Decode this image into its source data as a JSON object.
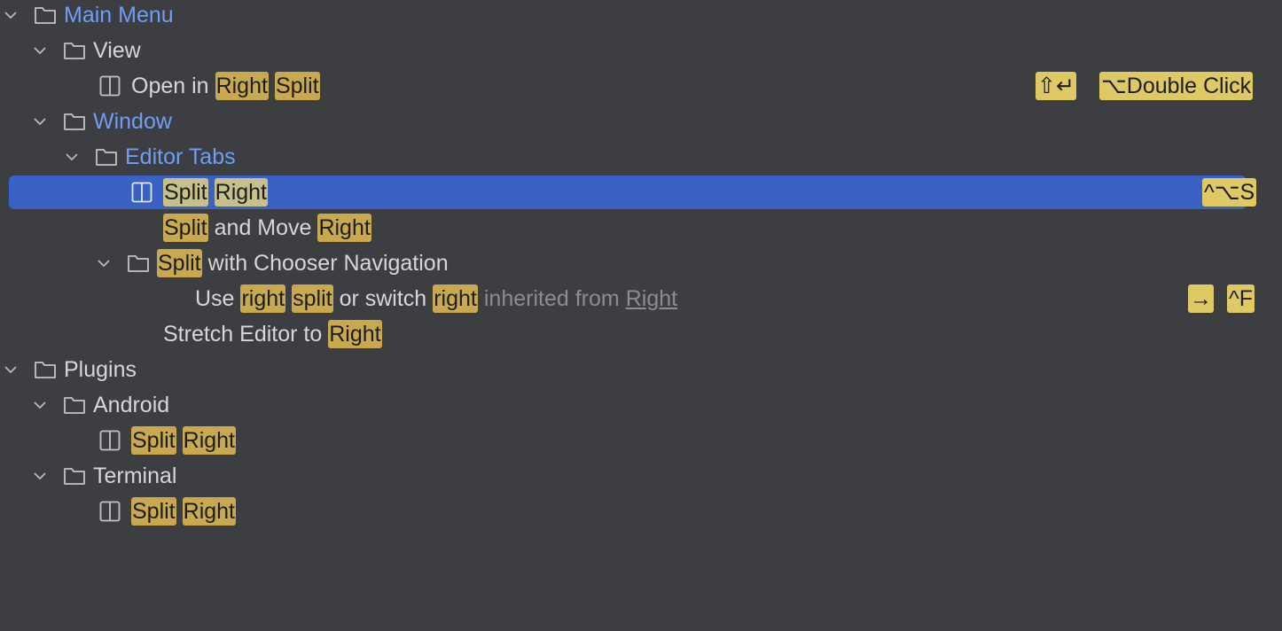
{
  "tree": {
    "main_menu": "Main Menu",
    "view": "View",
    "open_in": "Open in",
    "right": "Right",
    "split": "Split",
    "window": "Window",
    "editor_tabs": "Editor Tabs",
    "and_move": "and Move",
    "with_chooser": "with Chooser Navigation",
    "use": "Use",
    "right_lower": "right",
    "split_lower": "split",
    "or_switch": "or switch",
    "inherited_from": "inherited from",
    "stretch_editor_to": "Stretch Editor to",
    "plugins": "Plugins",
    "android": "Android",
    "terminal": "Terminal"
  },
  "shortcuts": {
    "open_in_right_split_1": "⇧↵",
    "open_in_right_split_2": "⌥Double Click",
    "split_right": "^⌥S",
    "use_right_1": "→",
    "use_right_2": "^F"
  },
  "icons": {
    "chevron": "chevron-down-icon",
    "folder": "folder-icon",
    "split": "split-vertical-icon"
  },
  "colors": {
    "background": "#3c3e41",
    "selection": "#3a62c4",
    "highlight": "#c9a94f",
    "shortcut_bg": "#dfc965",
    "link": "#6e9ef5"
  }
}
